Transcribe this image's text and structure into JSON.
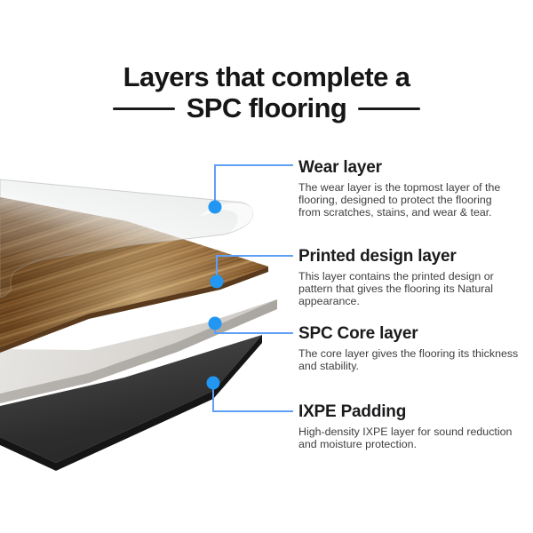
{
  "title": {
    "line1": "Layers that complete a",
    "line2": "SPC flooring"
  },
  "callouts": [
    {
      "name": "Wear layer",
      "description": "The wear layer is the topmost layer of the\nflooring, designed to protect the flooring\nfrom scratches, stains, and wear & tear."
    },
    {
      "name": "Printed design layer",
      "description": "This layer contains the printed design or\npattern that gives the flooring its Natural\nappearance."
    },
    {
      "name": "SPC Core layer",
      "description": "The core layer gives the flooring its thickness\nand stability."
    },
    {
      "name": "IXPE Padding",
      "description": "High-density IXPE layer for sound reduction\nand moisture protection."
    }
  ],
  "illustration": {
    "layer_graphics": [
      "transparent-wear-sheet",
      "wood-printed-veneer",
      "light-grey-spc-core-slab",
      "black-ixpe-padding-slab"
    ]
  },
  "colors": {
    "accent_dot": "#2196F3",
    "connector_line": "#5FA0F6",
    "title_text": "#161617",
    "heading_text": "#1b1b1d",
    "body_text": "#3e3e41",
    "wood_base": "#96683a",
    "core_grey": "#d9d6d2",
    "padding_black": "#2c2c2c"
  }
}
